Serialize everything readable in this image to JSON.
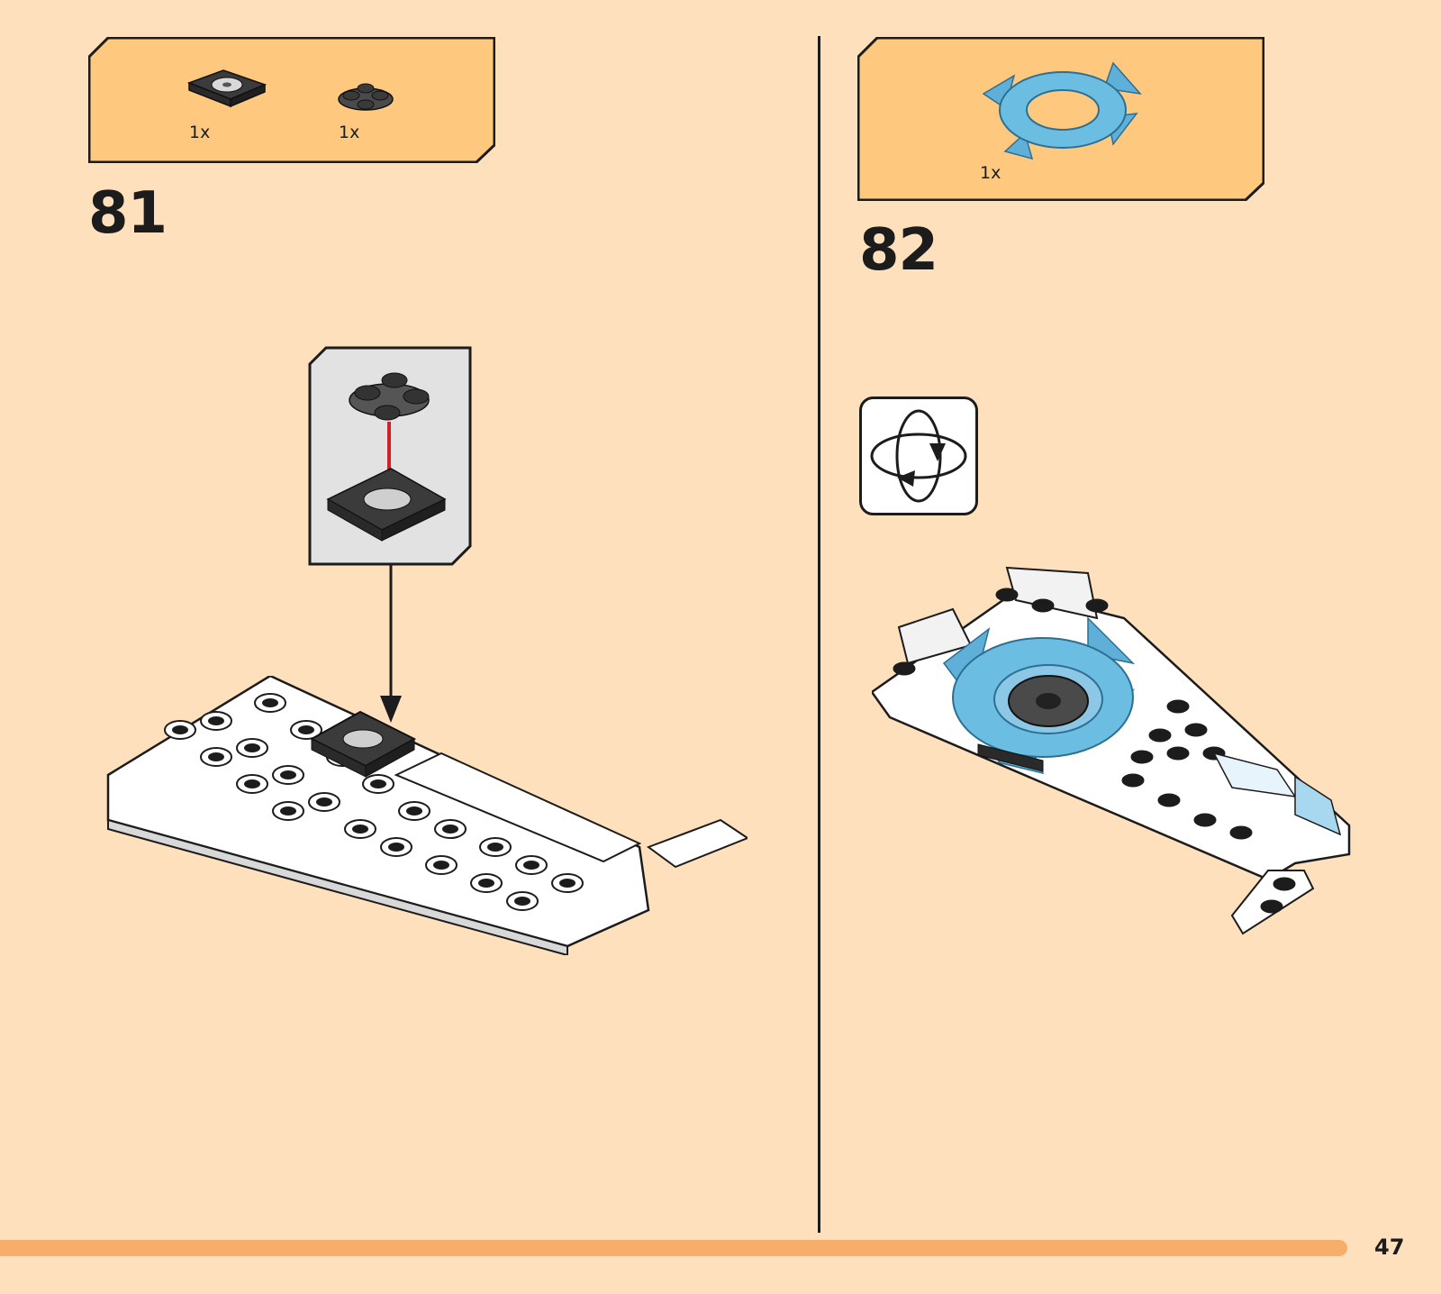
{
  "steps": [
    {
      "number": "81",
      "parts": [
        {
          "qty": "1x",
          "icon": "dark-grey-plate-2x2-icon"
        },
        {
          "qty": "1x",
          "icon": "dark-grey-round-plate-icon"
        }
      ]
    },
    {
      "number": "82",
      "parts": [
        {
          "qty": "1x",
          "icon": "blue-spinner-ring-icon"
        }
      ]
    }
  ],
  "page": {
    "number": "47"
  },
  "colors": {
    "background": "#fee0bd",
    "parts_box": "#fec97f",
    "progress": "#f7ae6a",
    "arrow_red": "#d0202a",
    "spinner_blue": "#5fb0d8"
  }
}
